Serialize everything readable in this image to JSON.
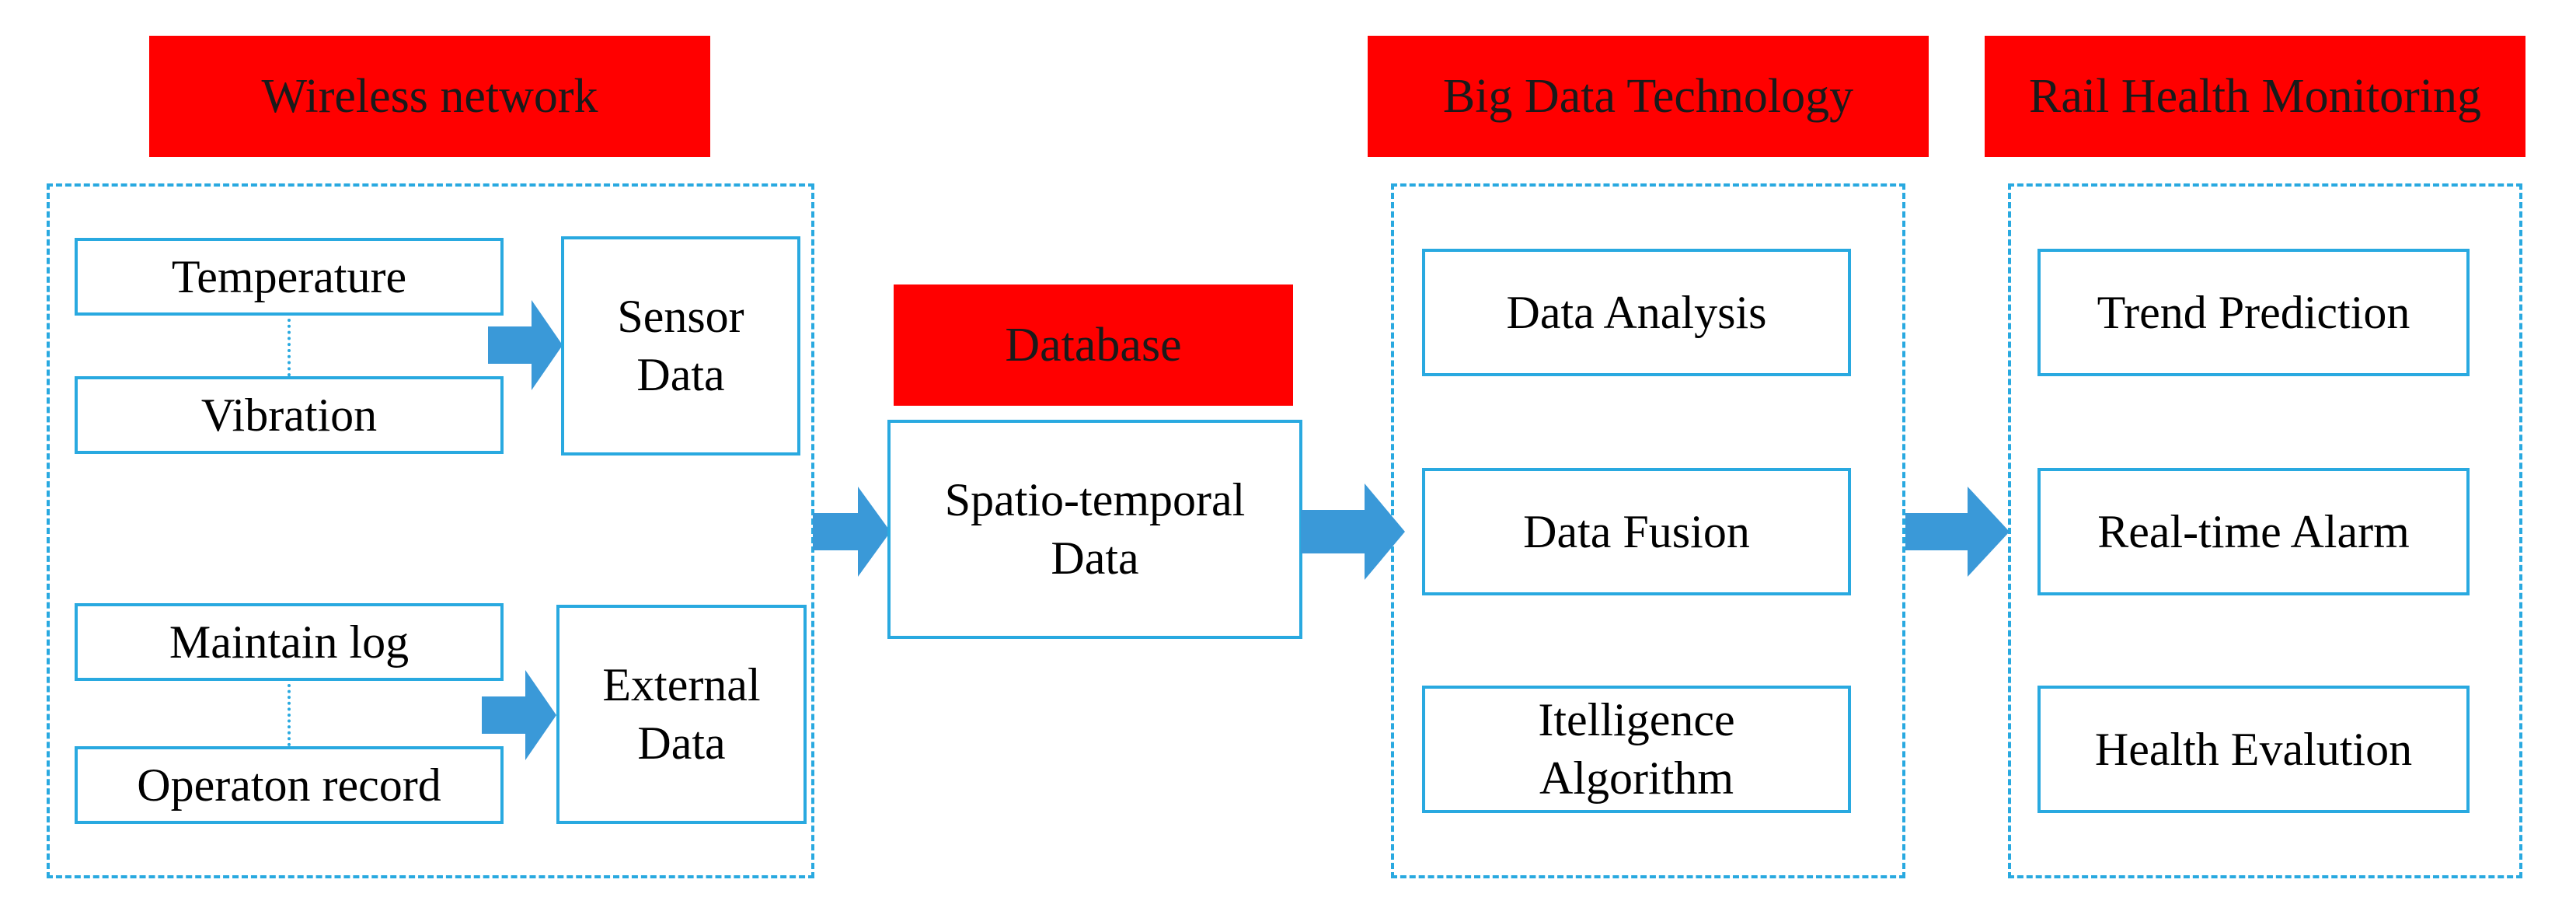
{
  "headers": {
    "wireless": "Wireless network",
    "database": "Database",
    "bigdata": "Big Data Technology",
    "rail": "Rail Health Monitoring"
  },
  "wireless": {
    "sensor_inputs": [
      "Temperature",
      "Vibration"
    ],
    "sensor_output": "Sensor\nData",
    "external_inputs": [
      "Maintain log",
      "Operaton record"
    ],
    "external_output": "External\nData"
  },
  "database": {
    "node": "Spatio-temporal\nData"
  },
  "bigdata": {
    "items": [
      "Data Analysis",
      "Data Fusion",
      "Itelligence\nAlgorithm"
    ]
  },
  "rail": {
    "items": [
      "Trend Prediction",
      "Real-time Alarm",
      "Health Evalution"
    ]
  },
  "colors": {
    "header_fill": "#ff0000",
    "border": "#29a9e0",
    "arrow": "#3a99d8"
  }
}
